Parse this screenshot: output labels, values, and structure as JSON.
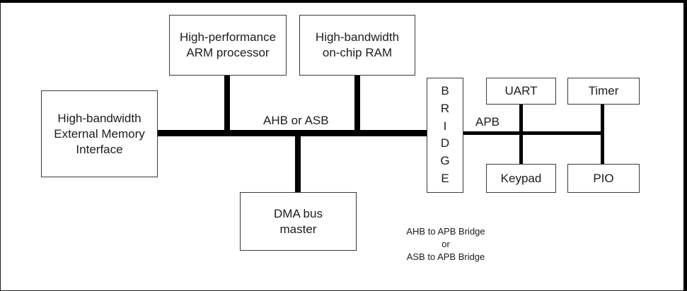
{
  "diagram": {
    "blocks": {
      "ext_mem": [
        "High-bandwidth",
        "External Memory",
        "Interface"
      ],
      "arm": [
        "High-performance",
        "ARM processor"
      ],
      "ram": [
        "High-bandwidth",
        "on-chip RAM"
      ],
      "dma": [
        "DMA bus",
        "master"
      ],
      "bridge": [
        "B",
        "R",
        "I",
        "D",
        "G",
        "E"
      ],
      "uart": "UART",
      "timer": "Timer",
      "keypad": "Keypad",
      "pio": "PIO"
    },
    "bus_labels": {
      "main": "AHB or ASB",
      "peripheral": "APB"
    },
    "note": [
      "AHB to APB Bridge",
      "or",
      "ASB to APB Bridge"
    ]
  }
}
